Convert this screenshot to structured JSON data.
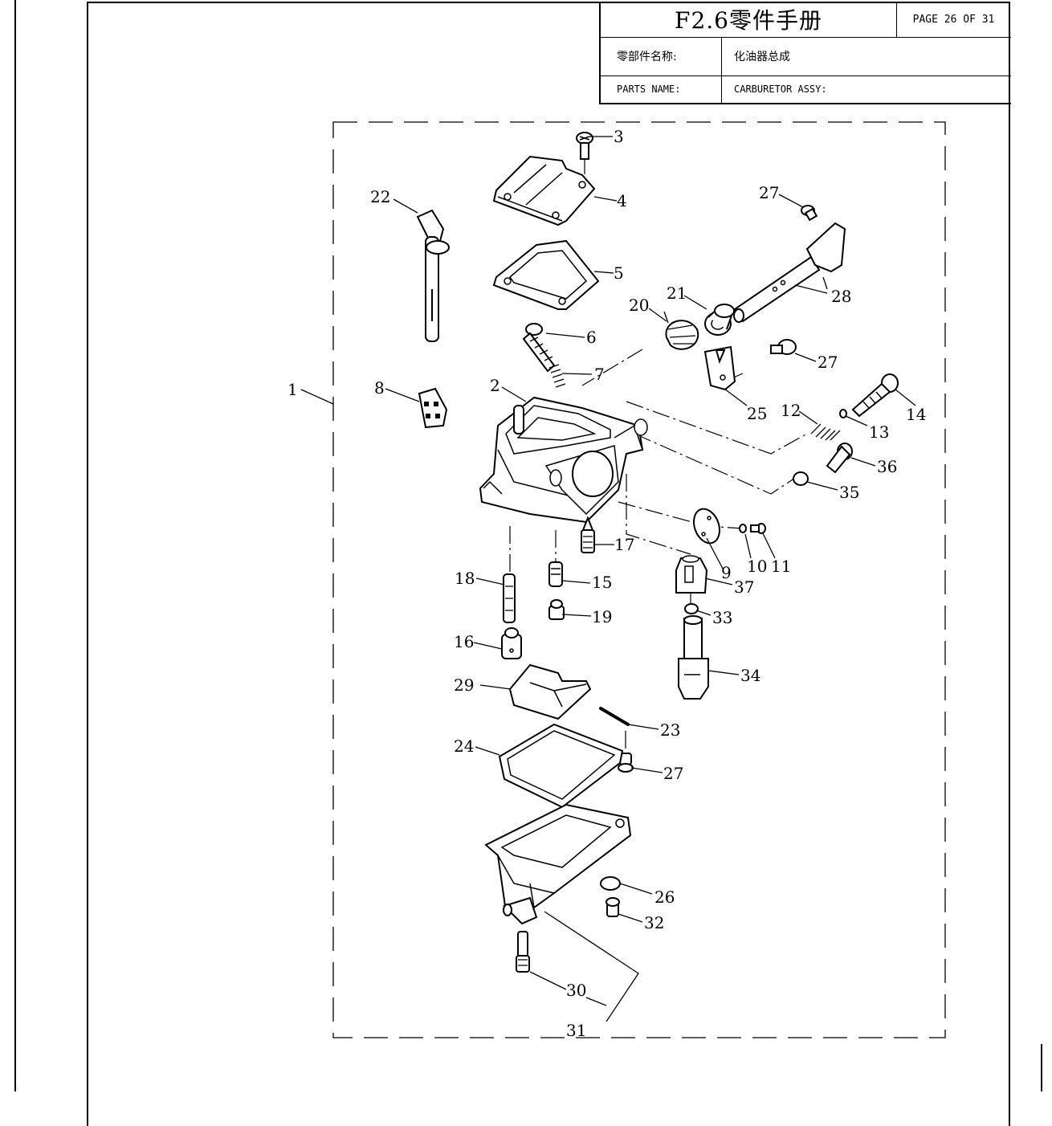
{
  "title_block": {
    "doc_title": "F2.6零件手册",
    "page_label": "PAGE 26 OF 31",
    "name_label_cn": "零部件名称:",
    "name_value_cn": "化油器总成",
    "name_label_en": "PARTS NAME:",
    "name_value_en": "CARBURETOR ASSY:"
  },
  "callouts": {
    "c1": "1",
    "c2": "2",
    "c3": "3",
    "c4": "4",
    "c5": "5",
    "c6": "6",
    "c7": "7",
    "c8": "8",
    "c9": "9",
    "c10": "10",
    "c11": "11",
    "c12": "12",
    "c13": "13",
    "c14": "14",
    "c15": "15",
    "c16": "16",
    "c17": "17",
    "c18": "18",
    "c19": "19",
    "c20": "20",
    "c21": "21",
    "c22": "22",
    "c23": "23",
    "c24": "24",
    "c25": "25",
    "c26": "26",
    "c27a": "27",
    "c27b": "27",
    "c27c": "27",
    "c28": "28",
    "c29": "29",
    "c30": "30",
    "c31": "31",
    "c32": "32",
    "c33": "33",
    "c34": "34",
    "c35": "35",
    "c36": "36",
    "c37": "37"
  }
}
